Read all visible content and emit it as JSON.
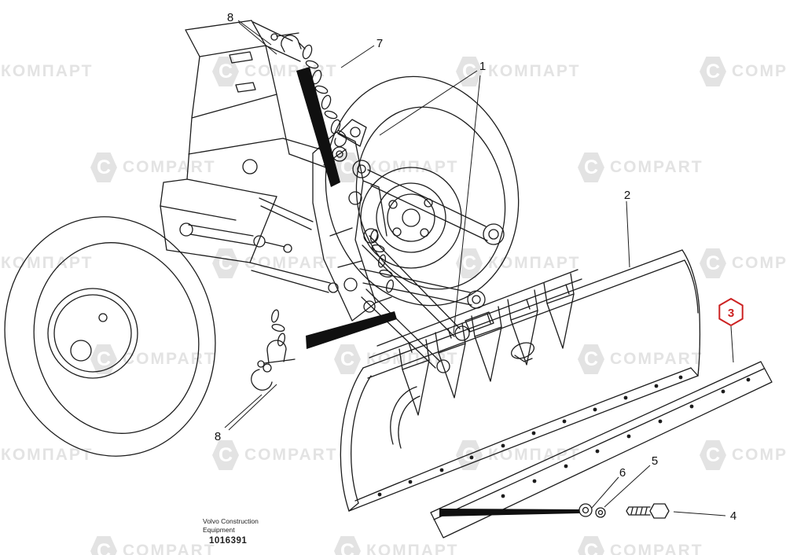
{
  "watermark": {
    "logo_letter": "C",
    "text_cyrillic": "КОМПАРТ",
    "text_latin": "COMPART",
    "color": "#e3e3e3"
  },
  "footer": {
    "company_line1": "Volvo Construction",
    "company_line2": "Equipment",
    "part_number": "1016391"
  },
  "callouts": [
    {
      "label": "1"
    },
    {
      "label": "2"
    },
    {
      "label": "3",
      "highlighted": true
    },
    {
      "label": "4"
    },
    {
      "label": "5"
    },
    {
      "label": "6"
    },
    {
      "label": "7"
    },
    {
      "label": "8"
    },
    {
      "label": "8"
    }
  ],
  "colors": {
    "line": "#1c1c1c",
    "highlight": "#cc2222",
    "watermark": "#e3e3e3"
  }
}
